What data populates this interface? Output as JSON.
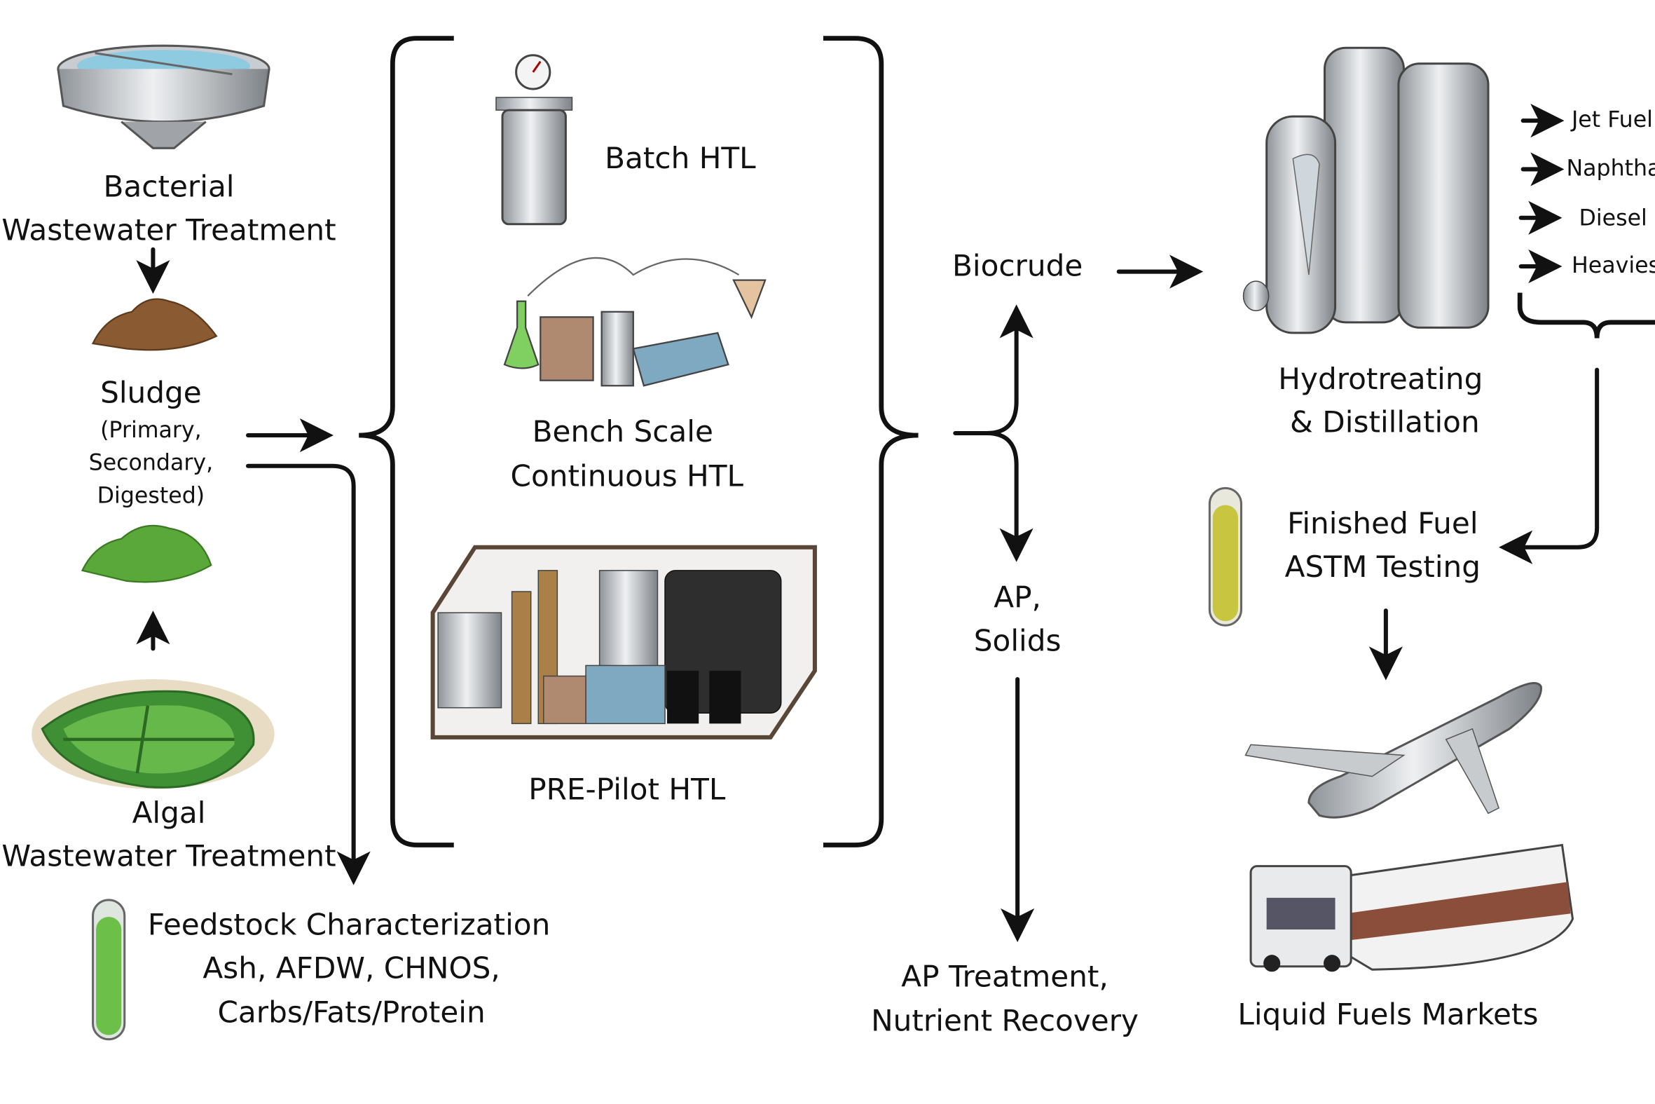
{
  "labels": {
    "bacterial_1": "Bacterial",
    "bacterial_2": "Wastewater Treatment",
    "sludge": "Sludge",
    "sludge_types_1": "(Primary,",
    "sludge_types_2": "Secondary,",
    "sludge_types_3": "Digested)",
    "algal_1": "Algal",
    "algal_2": "Wastewater Treatment",
    "feedstock_1": "Feedstock Characterization",
    "feedstock_2": "Ash, AFDW, CHNOS,",
    "feedstock_3": "Carbs/Fats/Protein",
    "batch": "Batch HTL",
    "bench_1": "Bench Scale",
    "bench_2": "Continuous HTL",
    "prepilot": "PRE-Pilot HTL",
    "biocrude": "Biocrude",
    "ap_1": "AP,",
    "ap_2": "Solids",
    "aptreat_1": "AP Treatment,",
    "aptreat_2": "Nutrient Recovery",
    "hydro_1": "Hydrotreating",
    "hydro_2": "& Distillation",
    "finished_1": "Finished Fuel",
    "finished_2": "ASTM Testing",
    "markets": "Liquid Fuels Markets"
  },
  "products": [
    "Jet Fuel",
    "Naphtha",
    "Diesel",
    "Heavies"
  ],
  "colors": {
    "sludge": "#8a5a32",
    "algae": "#5aa83a",
    "steel": "#b8bcc0",
    "fuel": "#c8c640",
    "blue_box": "#7fa9c0"
  }
}
